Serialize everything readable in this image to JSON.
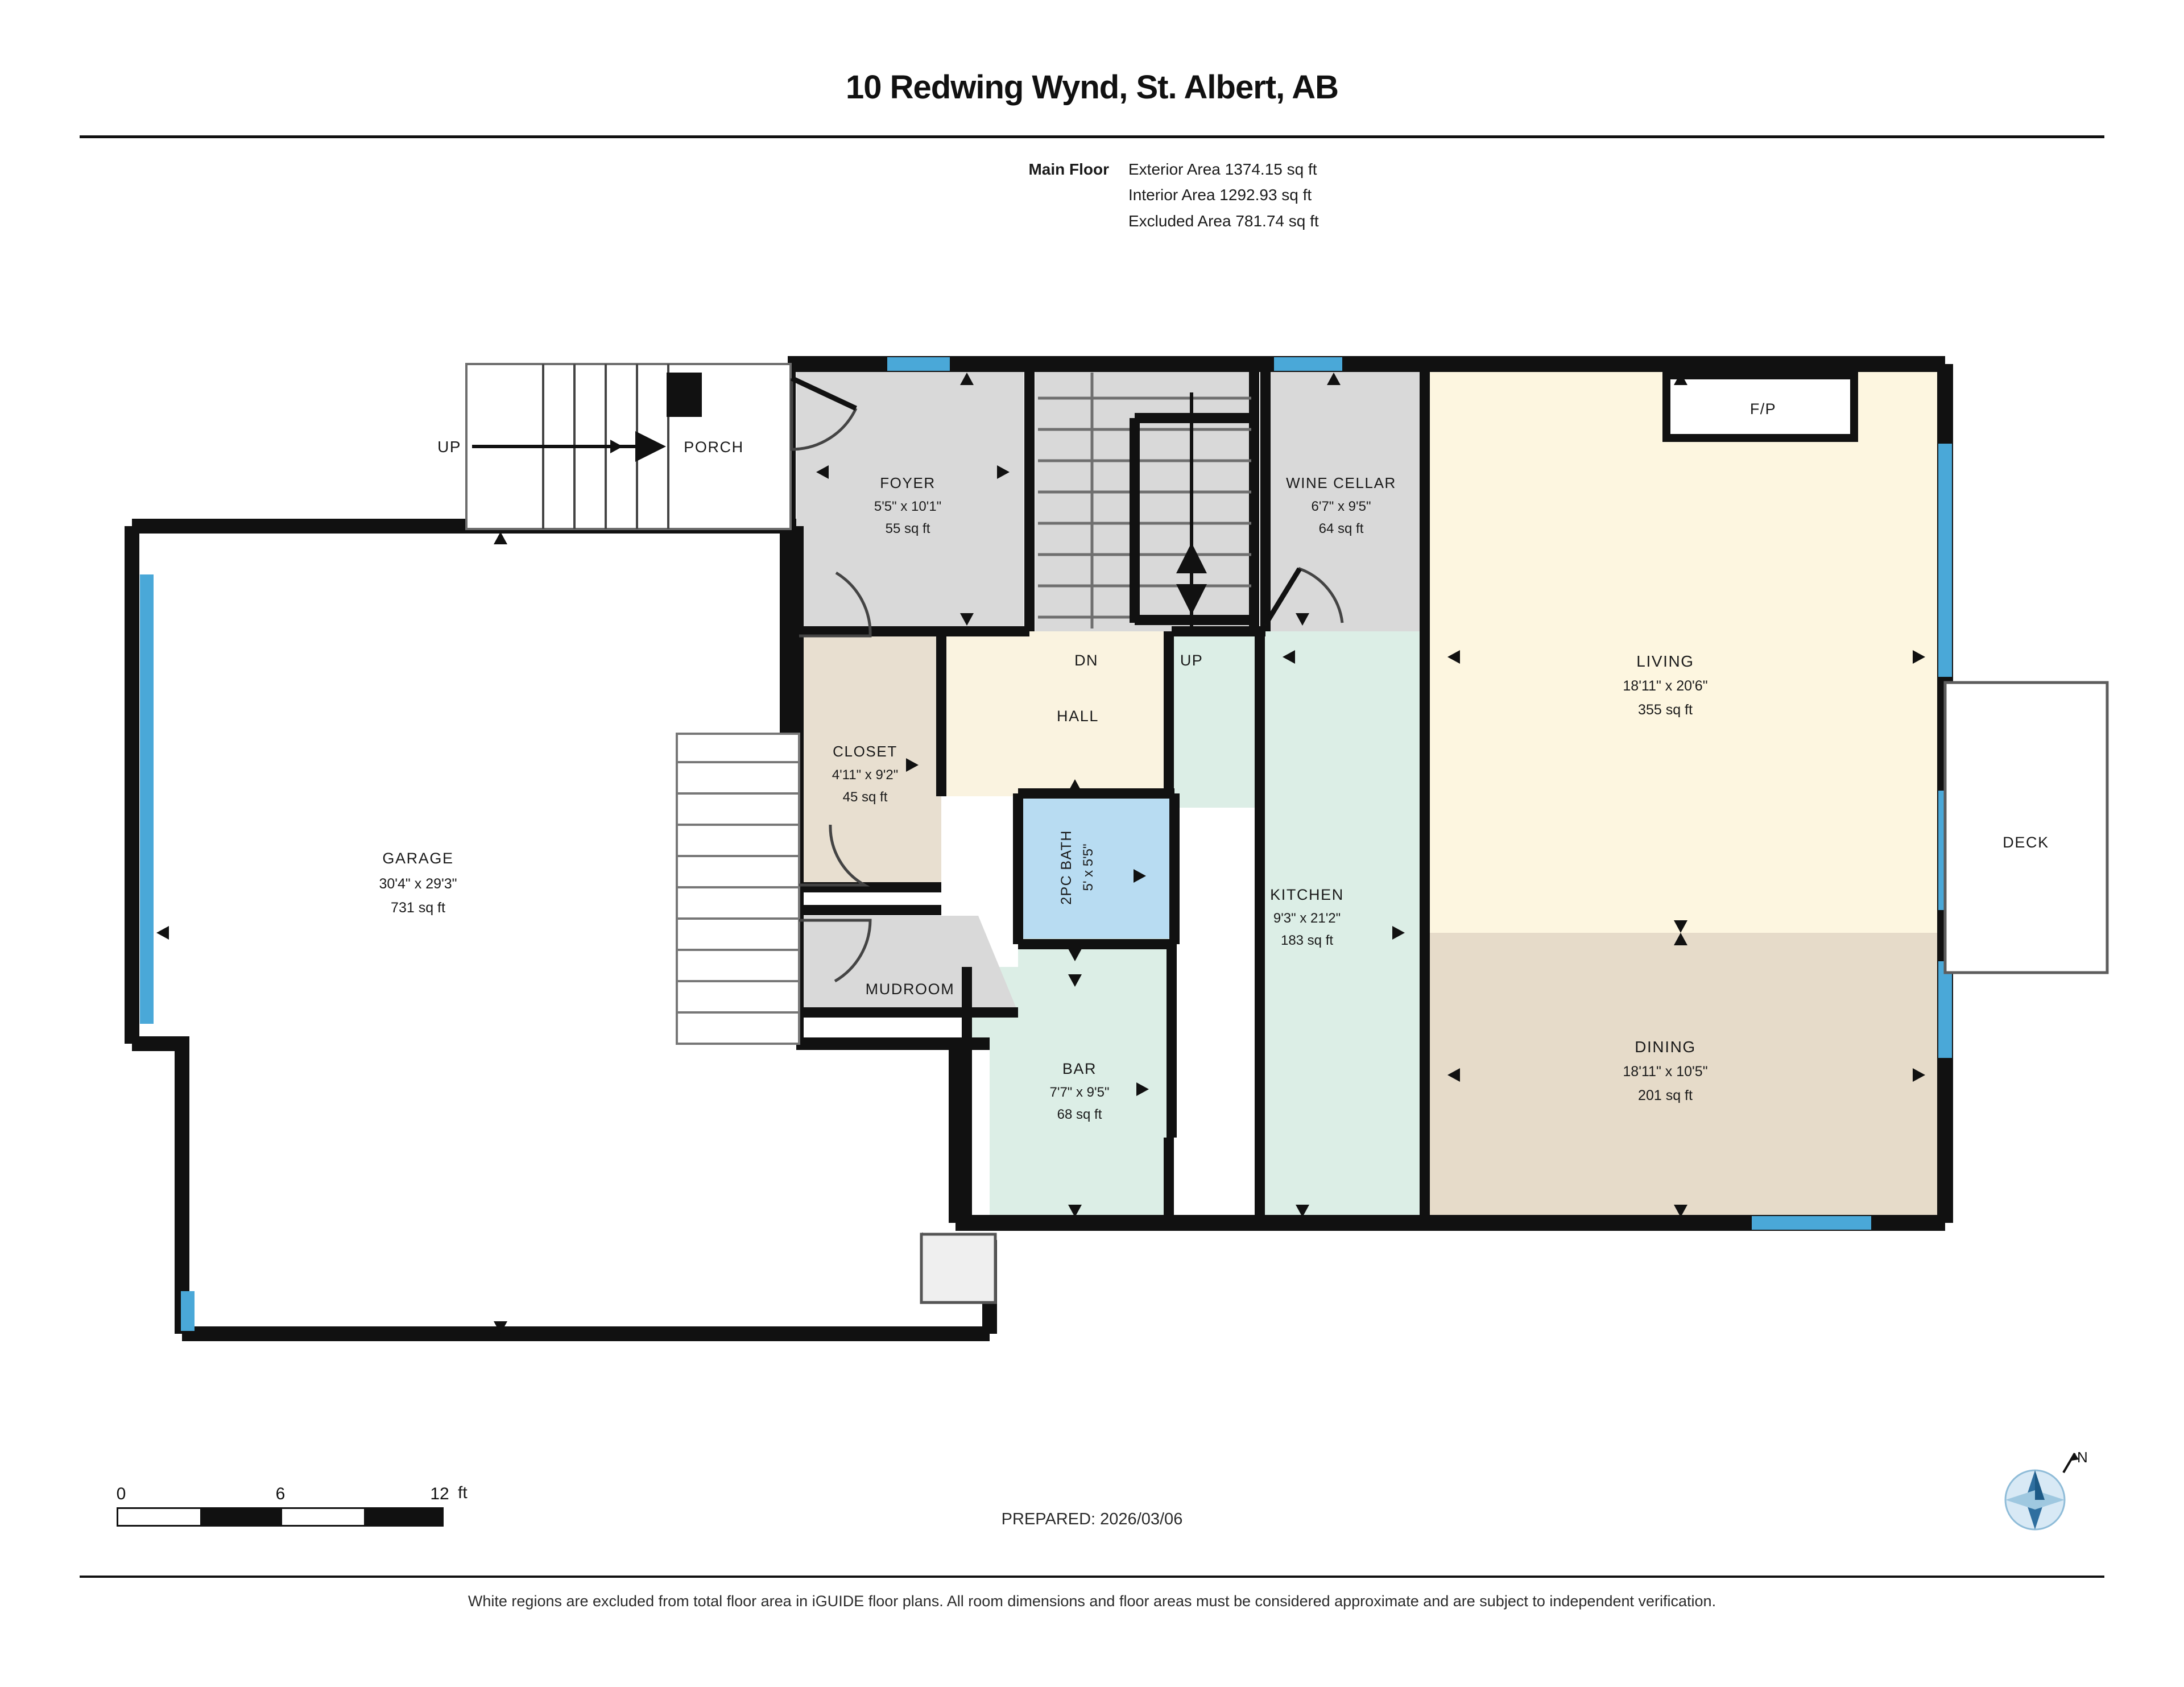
{
  "title": "10 Redwing Wynd, St. Albert, AB",
  "floor": {
    "label": "Main Floor",
    "exterior_area": "Exterior Area 1374.15 sq ft",
    "interior_area": "Interior Area 1292.93 sq ft",
    "excluded_area": "Excluded Area 781.74 sq ft"
  },
  "rooms": [
    {
      "name": "GARAGE",
      "dims": "30'4\" x 29'3\"",
      "area": "731 sq ft",
      "fill": "#ffffff"
    },
    {
      "name": "PORCH",
      "dims": "",
      "area": "",
      "fill": "#ffffff"
    },
    {
      "name": "FOYER",
      "dims": "5'5\" x 10'1\"",
      "area": "55 sq ft",
      "fill": "#d9d9d9"
    },
    {
      "name": "WINE CELLAR",
      "dims": "6'7\" x 9'5\"",
      "area": "64 sq ft",
      "fill": "#d9d9d9"
    },
    {
      "name": "HALL",
      "dims": "",
      "area": "",
      "fill": "#faf3e0"
    },
    {
      "name": "CLOSET",
      "dims": "4'11\" x 9'2\"",
      "area": "45 sq ft",
      "fill": "#e8dfd0"
    },
    {
      "name": "MUDROOM",
      "dims": "",
      "area": "",
      "fill": "#d9d9d9"
    },
    {
      "name": "2PC BATH",
      "dims": "5' x 5'5\"",
      "area": "",
      "fill": "#b8dcf2"
    },
    {
      "name": "BAR",
      "dims": "7'7\" x 9'5\"",
      "area": "68 sq ft",
      "fill": "#dceee6"
    },
    {
      "name": "KITCHEN",
      "dims": "9'3\" x 21'2\"",
      "area": "183 sq ft",
      "fill": "#dceee6"
    },
    {
      "name": "LIVING",
      "dims": "18'11\" x 20'6\"",
      "area": "355 sq ft",
      "fill": "#fdf6e0"
    },
    {
      "name": "DINING",
      "dims": "18'11\" x 10'5\"",
      "area": "201 sq ft",
      "fill": "#e6dbc9"
    },
    {
      "name": "DECK",
      "dims": "",
      "area": "",
      "fill": "#ffffff"
    }
  ],
  "annotations": {
    "up_stair_porch": "UP",
    "dn_stair": "DN",
    "up_stair_interior": "UP",
    "fireplace": "F/P"
  },
  "scale": {
    "ticks": [
      "0",
      "6",
      "12"
    ],
    "unit": "ft"
  },
  "prepared": "PREPARED: 2026/03/06",
  "disclaimer": "White regions are excluded from total floor area in iGUIDE floor plans. All room dimensions and floor areas must be considered approximate and are subject to independent verification.",
  "compass": {
    "north_label": "N"
  },
  "colors": {
    "wall": "#111111",
    "window": "#4aa8d8",
    "living_fill": "#fdf6e0",
    "dining_fill": "#e6dbc9",
    "kitchen_fill": "#dceee6",
    "bath_fill": "#b8dcf2",
    "grey_fill": "#d9d9d9",
    "closet_fill": "#e8dfd0",
    "hall_fill": "#faf3e0"
  }
}
